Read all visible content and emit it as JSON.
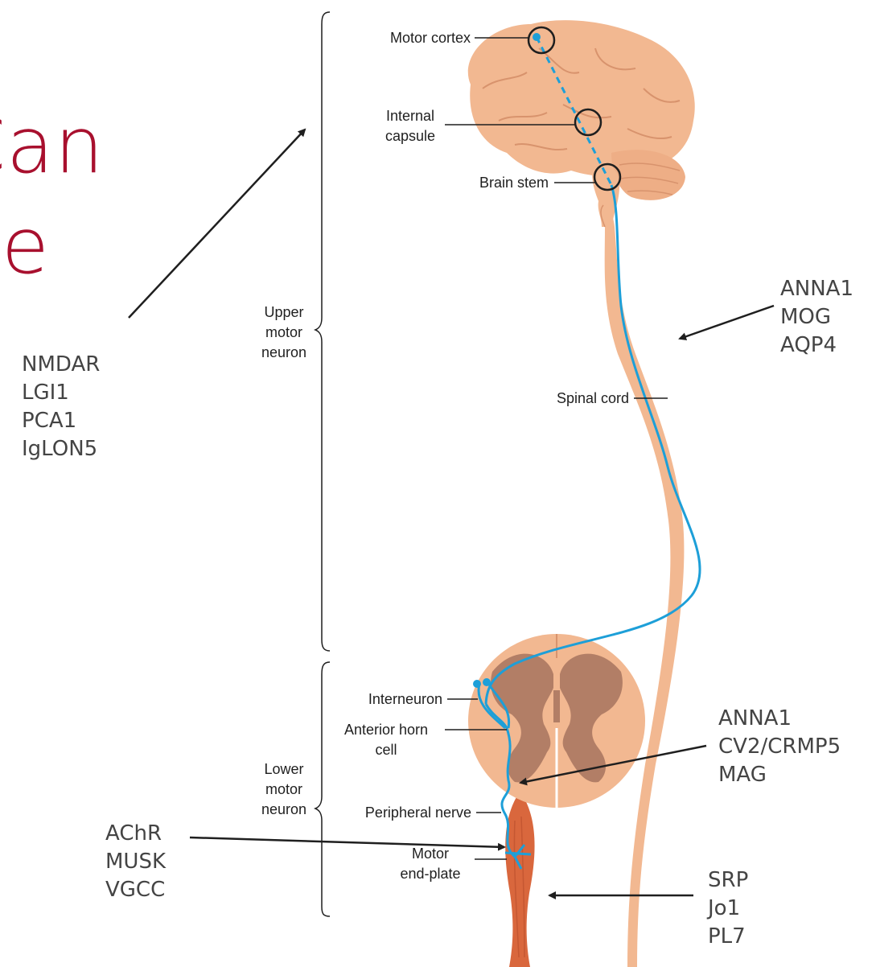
{
  "title_fragments": [
    "Can",
    "ne"
  ],
  "diagram_labels": {
    "motor_cortex": "Motor cortex",
    "internal_capsule": [
      "Internal",
      "capsule"
    ],
    "brain_stem": "Brain stem",
    "upper_motor_neuron": [
      "Upper",
      "motor",
      "neuron"
    ],
    "spinal_cord": "Spinal cord",
    "interneuron": "Interneuron",
    "anterior_horn_cell": [
      "Anterior horn",
      "cell"
    ],
    "lower_motor_neuron": [
      "Lower",
      "motor",
      "neuron"
    ],
    "peripheral_nerve": "Peripheral nerve",
    "motor_end_plate": [
      "Motor",
      "end-plate"
    ]
  },
  "antibody_groups": {
    "brain": [
      "NMDAR",
      "LGI1",
      "PCA1",
      "IgLON5"
    ],
    "spinal_cord": [
      "ANNA1",
      "MOG",
      "AQP4"
    ],
    "peripheral_nerve": [
      "ANNA1",
      "CV2/CRMP5",
      "MAG"
    ],
    "neuromuscular_junction": [
      "AChR",
      "MUSK",
      "VGCC"
    ],
    "muscle": [
      "SRP",
      "Jo1",
      "PL7"
    ]
  },
  "colors": {
    "title": "#a8102e",
    "tissue": "#f2b891",
    "gray_matter": "#b27e66",
    "neuron_path": "#1d9fd8",
    "muscle": "#d9673d",
    "antibody_text": "#444444"
  }
}
